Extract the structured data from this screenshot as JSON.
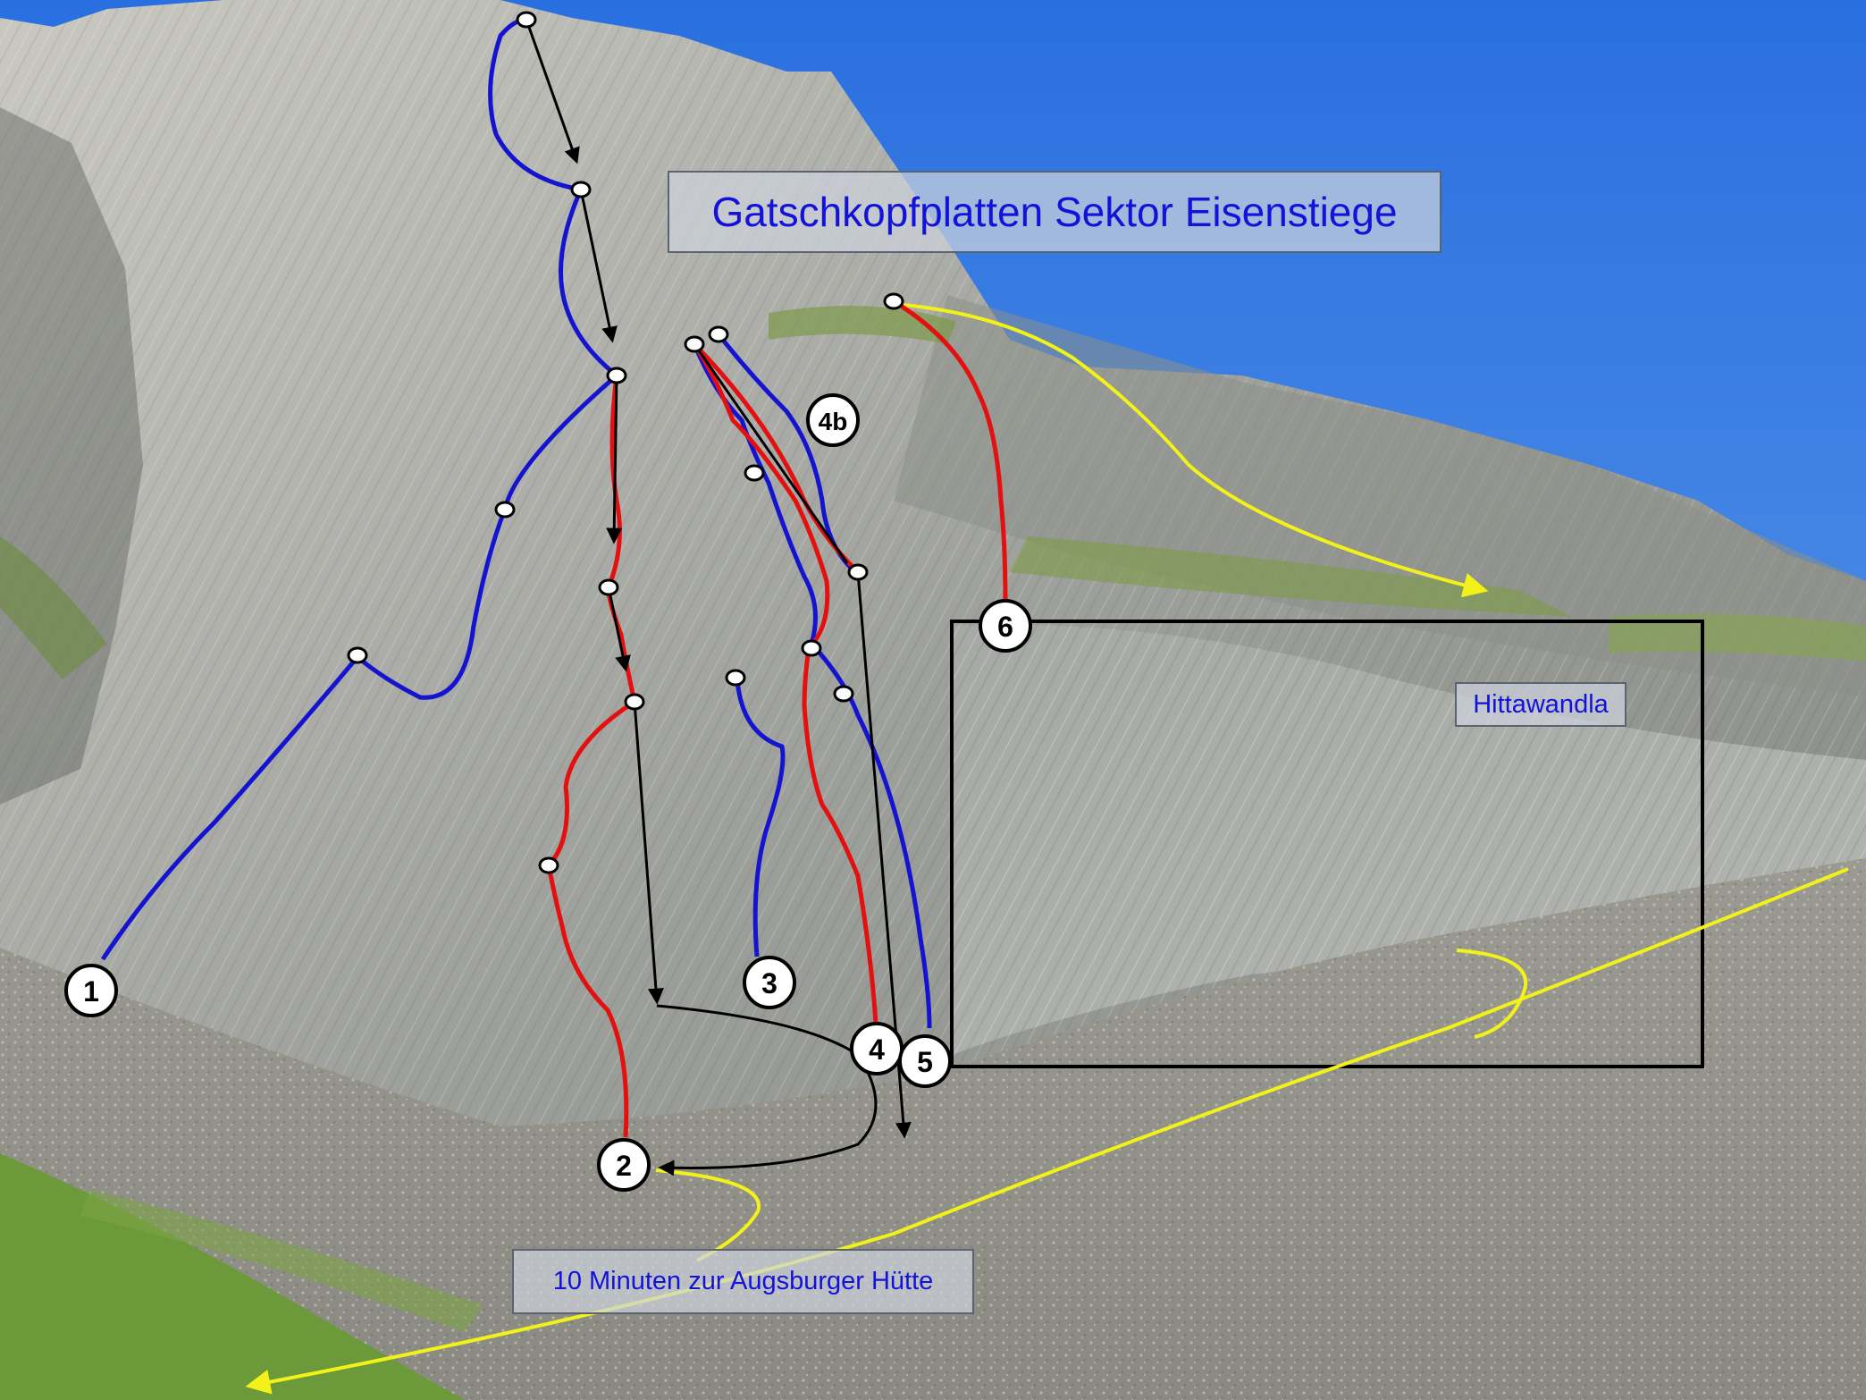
{
  "title": "Gatschkopfplatten Sektor Eisenstiege",
  "sector_label": "Hittawandla",
  "hut_label": "10 Minuten zur Augsburger Hütte",
  "route_numbers": {
    "r1": "1",
    "r2": "2",
    "r3": "3",
    "r4": "4",
    "r4b": "4b",
    "r5": "5",
    "r6": "6"
  },
  "colors": {
    "sky": "#2f78e0",
    "route_blue": "#1414d0",
    "route_red": "#e41010",
    "descent_black": "#000000",
    "approach_yellow": "#f2f21a",
    "label_text": "#1212d8"
  }
}
